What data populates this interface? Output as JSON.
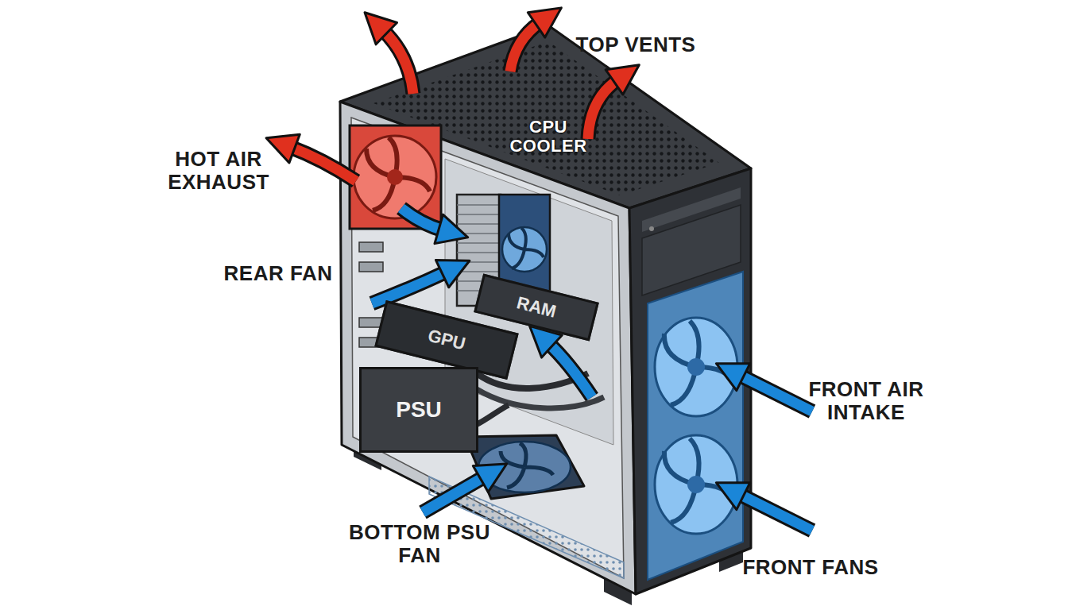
{
  "diagram": {
    "nodes": [
      {
        "text": [
          "RAM"
        ]
      },
      {
        "text": [
          "GPU"
        ]
      },
      {
        "text": [
          "PSU"
        ]
      }
    ],
    "labels": [
      "TOP VENTS",
      "CPU COOLER",
      "HOT AIR EXHAUST",
      "REAR FAN",
      "FRONT AIR INTAKE",
      "BOTTOM PSU FAN",
      "FRONT FANS"
    ]
  }
}
